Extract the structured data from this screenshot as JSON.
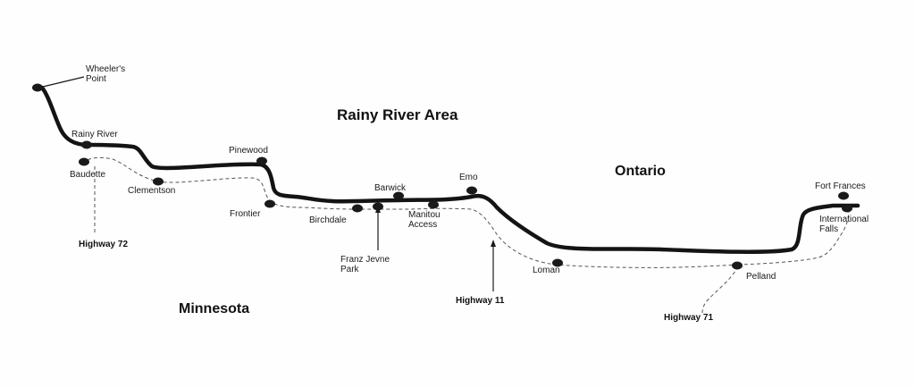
{
  "map": {
    "title": "Rainy River Area",
    "regions": {
      "ontario": "Ontario",
      "minnesota": "Minnesota"
    },
    "places": {
      "wheelers_point_line1": "Wheeler's",
      "wheelers_point_line2": "Point",
      "rainy_river": "Rainy River",
      "baudette": "Baudette",
      "clementson": "Clementson",
      "pinewood": "Pinewood",
      "frontier": "Frontier",
      "birchdale": "Birchdale",
      "barwick": "Barwick",
      "franz_jevne_line1": "Franz Jevne",
      "franz_jevne_line2": "Park",
      "manitou_line1": "Manitou",
      "manitou_line2": "Access",
      "emo": "Emo",
      "loman": "Loman",
      "pelland": "Pelland",
      "fort_frances": "Fort Frances",
      "international_falls_line1": "International",
      "international_falls_line2": "Falls"
    },
    "highways": {
      "hwy72": "Highway 72",
      "hwy11": "Highway 11",
      "hwy71": "Highway 71"
    },
    "colors": {
      "river": "#141414",
      "road": "#555555",
      "marker": "#1a1a1a"
    }
  }
}
